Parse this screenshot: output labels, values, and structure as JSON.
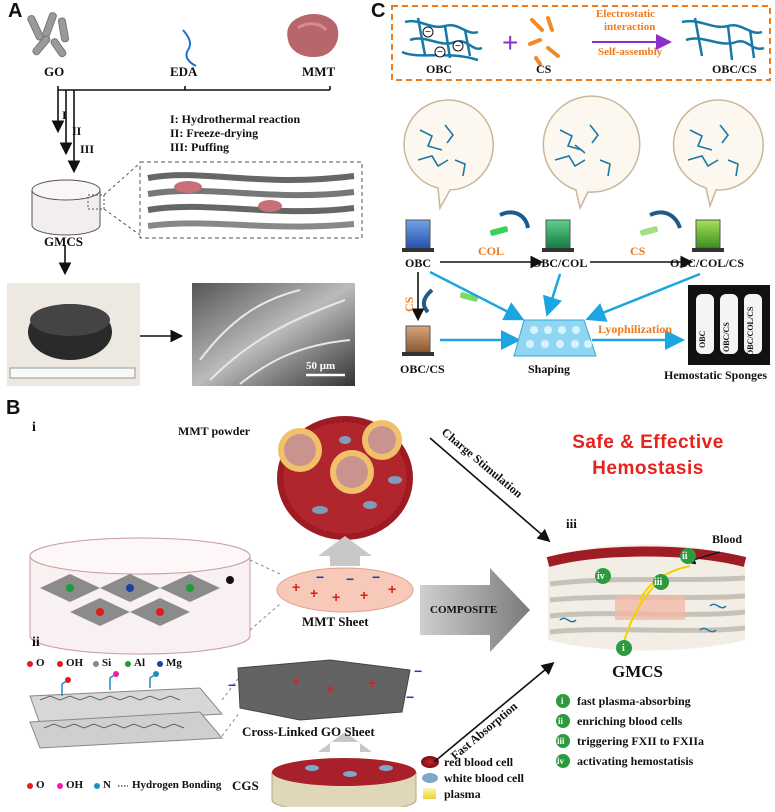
{
  "panel_a": {
    "panel_label": "A",
    "materials": [
      "GO",
      "EDA",
      "MMT"
    ],
    "steps": [
      "I: Hydrothermal reaction",
      "II: Freeze-drying",
      "III: Puffing"
    ],
    "arrow_labels": [
      "I",
      "II",
      "III"
    ],
    "product": "GMCS",
    "scale_bar": "50 μm"
  },
  "panel_c": {
    "panel_label": "C",
    "top_row": [
      "OBC",
      "CS",
      "OBC/CS"
    ],
    "interaction": [
      "Electrostatic",
      "interaction",
      "Self-assembly"
    ],
    "beakers": [
      "OBC",
      "OBC/COL",
      "OBC/COL/CS",
      "OBC/CS"
    ],
    "arrow_labels": [
      "COL",
      "CS",
      "CS"
    ],
    "shaping": "Shaping",
    "lyophilization": "Lyophilization",
    "sponges": "Hemostatic Sponges",
    "sponge_labels": [
      "OBC",
      "OBC/CS",
      "OBC/COL/CS"
    ]
  },
  "panel_b": {
    "panel_label": "B",
    "sub_i": "i",
    "sub_ii": "ii",
    "sub_iii": "iii",
    "mmt_powder": "MMT powder",
    "mmt_sheet": "MMT Sheet",
    "mmt_legend": [
      "O",
      "OH",
      "Si",
      "Al",
      "Mg"
    ],
    "go_sheet": "Cross-Linked GO Sheet",
    "go_legend": [
      "O",
      "OH",
      "N",
      "Hydrogen Bonding"
    ],
    "cgs": "CGS",
    "composite": "COMPOSITE",
    "charge_stimulation": "Charge Stimulation",
    "fast_absorption": "Fast Absorption",
    "title_line1": "Safe & Effective",
    "title_line2": "Hemostasis",
    "blood": "Blood",
    "gmcs": "GMCS",
    "mechanism": [
      {
        "num": "i",
        "text": "fast plasma-absorbing"
      },
      {
        "num": "ii",
        "text": "enriching blood cells"
      },
      {
        "num": "iii",
        "text": "triggering FXII to FXIIa"
      },
      {
        "num": "iv",
        "text": "activating hemostatisis"
      }
    ],
    "cell_legend": [
      "red blood cell",
      "white blood cell",
      "plasma"
    ]
  },
  "colors": {
    "red_text": "#e8211c",
    "orange": "#f07a1a",
    "blue_arrow": "#1ba6e0",
    "green_badge": "#2e9a3e",
    "fiber": "#2a7fa8"
  }
}
